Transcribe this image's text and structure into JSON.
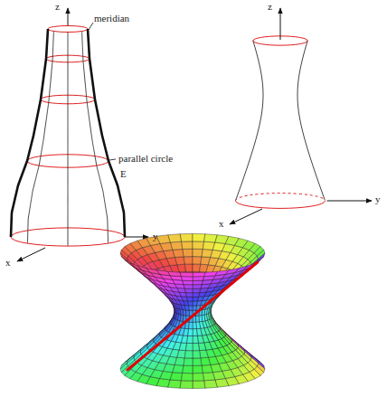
{
  "diagram": {
    "labels": [
      "z",
      "meridian",
      "parallel circle",
      "E",
      "y",
      "x",
      "z",
      "x",
      "y"
    ]
  }
}
